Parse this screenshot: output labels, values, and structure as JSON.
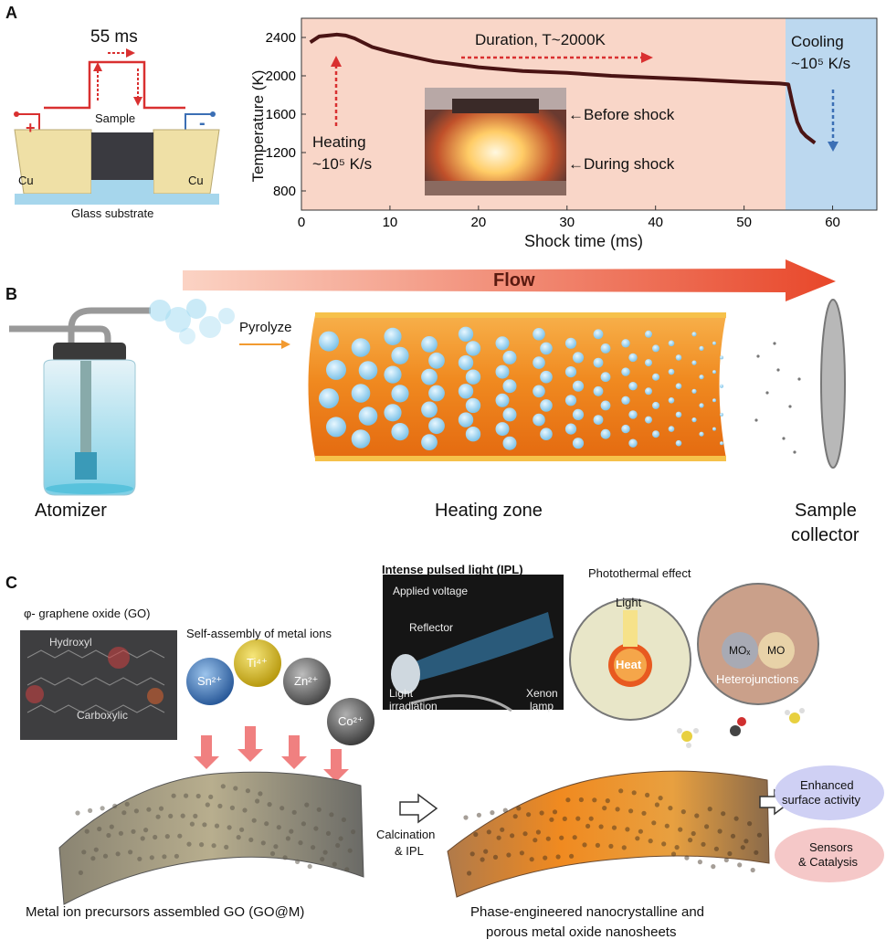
{
  "panel_a": {
    "letter": "A",
    "circuit": {
      "pulse_label": "55 ms",
      "sample_label": "Sample",
      "plus_label": "+",
      "minus_label": "-",
      "cu_left": "Cu",
      "cu_right": "Cu",
      "substrate_label": "Glass substrate"
    },
    "chart": {
      "ylabel": "Temperature (K)",
      "xlabel": "Shock time (ms)",
      "xticks": [
        "0",
        "10",
        "20",
        "30",
        "40",
        "50",
        "60"
      ],
      "yticks": [
        "800",
        "1200",
        "1600",
        "2000",
        "2400"
      ],
      "annot_duration": "Duration, T~2000K",
      "annot_heating_1": "Heating",
      "annot_heating_2": "~10⁵ K/s",
      "annot_cooling_1": "Cooling",
      "annot_cooling_2": "~10⁵ K/s",
      "annot_before": "←Before shock",
      "annot_during": "←During shock"
    }
  },
  "chart_data": {
    "type": "line",
    "xlabel": "Shock time (ms)",
    "ylabel": "Temperature (K)",
    "xlim": [
      0,
      65
    ],
    "ylim": [
      600,
      2600
    ],
    "x": [
      1,
      2,
      3,
      4,
      5,
      6,
      8,
      10,
      15,
      20,
      25,
      30,
      35,
      40,
      45,
      50,
      54,
      55,
      55.5,
      56,
      56.5,
      57,
      58
    ],
    "values": [
      2350,
      2410,
      2420,
      2430,
      2420,
      2390,
      2300,
      2250,
      2150,
      2090,
      2050,
      2030,
      2000,
      1980,
      1960,
      1935,
      1920,
      1910,
      1700,
      1520,
      1420,
      1370,
      1300
    ],
    "grid": false
  },
  "panel_b": {
    "letter": "B",
    "flow_label": "Flow",
    "pyrolyze_label": "Pyrolyze",
    "atomizer_label": "Atomizer",
    "heating_zone_label": "Heating zone",
    "collector_label_1": "Sample",
    "collector_label_2": "collector"
  },
  "panel_c": {
    "letter": "C",
    "go_label": "φ- graphene oxide (GO)",
    "hydroxyl": "Hydroxyl",
    "carboxylic": "Carboxylic",
    "self_assembly": "Self-assembly of metal ions",
    "ions": [
      "Sn²⁺",
      "Ti⁴⁺",
      "Zn²⁺",
      "Co²⁺"
    ],
    "ipl_title": "Intense pulsed light (IPL)",
    "applied_voltage": "Applied voltage",
    "reflector": "Reflector",
    "light_irradiation_1": "Light",
    "light_irradiation_2": "irradiation",
    "xenon_1": "Xenon",
    "xenon_2": "lamp",
    "photothermal": "Photothermal effect",
    "light": "Light",
    "heat": "Heat",
    "mo_x": "MOₓ",
    "mo": "MO",
    "heterojunctions": "Heterojunctions",
    "calcination_1": "Calcination",
    "calcination_2": "& IPL",
    "enhanced_1": "Enhanced",
    "enhanced_2": "surface activity",
    "sensors_1": "Sensors",
    "sensors_2": "& Catalysis",
    "go_caption": "Metal ion precursors assembled GO (GO@M)",
    "result_caption_1": "Phase-engineered nanocrystalline and",
    "result_caption_2": "porous metal oxide nanosheets"
  }
}
